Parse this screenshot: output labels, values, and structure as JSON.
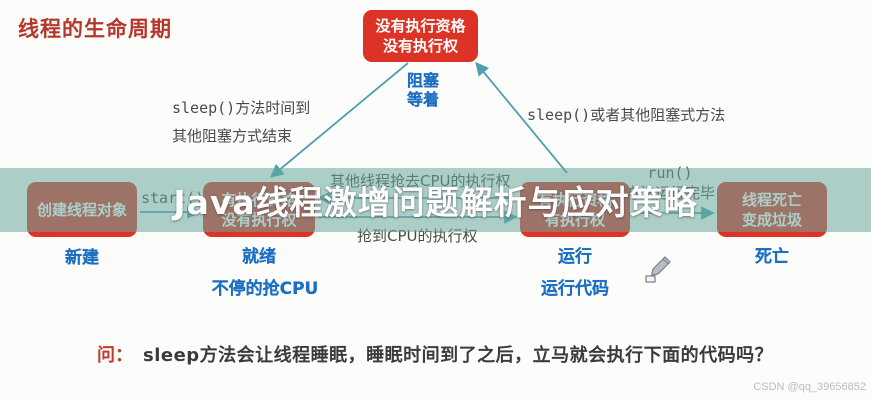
{
  "header": {
    "title": "线程的生命周期"
  },
  "banner": {
    "title": "Java线程激增问题解析与应对策略"
  },
  "blocked": {
    "box": {
      "line1": "没有执行资格",
      "line2": "没有执行权"
    },
    "state": {
      "line1": "阻塞",
      "line2": "等着"
    },
    "wake": {
      "line1": "sleep()方法时间到",
      "line2": "其他阻塞方式结束"
    },
    "enter": "sleep()或者其他阻塞式方法"
  },
  "flow": {
    "box_new": {
      "line1": "创建线程对象"
    },
    "box_ready": {
      "line1": "有执行资格",
      "line2": "没有执行权"
    },
    "box_running": {
      "line1": "有执行资格",
      "line2": "有执行权"
    },
    "box_dead": {
      "line1": "线程死亡",
      "line2": "变成垃圾"
    },
    "start_label": "start()",
    "lose_cpu_label": "其他线程抢去CPU的执行权",
    "gain_cpu_label": "抢到CPU的执行权",
    "run_done": {
      "line1": "run()",
      "line2": "方法运行完毕"
    },
    "states": {
      "new": "新建",
      "ready": "就绪",
      "ready_sub": "不停的抢CPU",
      "running": "运行",
      "running_sub": "运行代码",
      "dead": "死亡"
    }
  },
  "question": {
    "prefix": "问：",
    "text": "sleep方法会让线程睡眠，睡眠时间到了之后，立马就会执行下面的代码吗？"
  },
  "watermark": "CSDN @qq_39656852",
  "colors": {
    "box_red": "#dd3226",
    "label_blue": "#1b6ec2",
    "arrow_teal": "#4f9fae",
    "banner_overlay": "rgba(104,168,157,0.55)",
    "heading_red": "#b5372c"
  }
}
